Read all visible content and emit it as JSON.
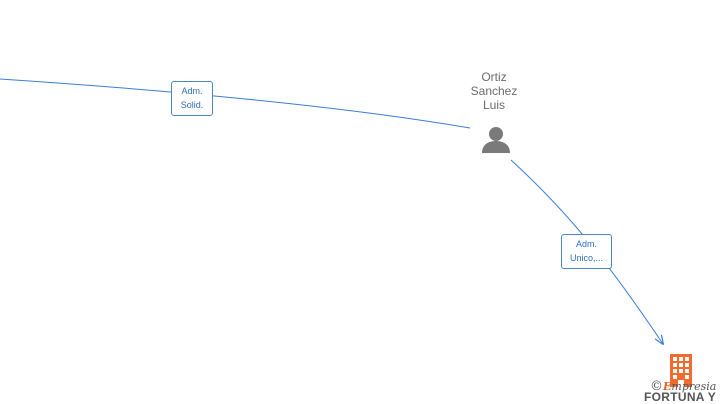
{
  "person": {
    "name_lines": [
      "Ortiz",
      "Sanchez",
      "Luis"
    ],
    "icon": "person-icon",
    "color": "#7a7a7a"
  },
  "edges": [
    {
      "label_lines": [
        "Adm.",
        "Solid."
      ]
    },
    {
      "label_lines": [
        "Adm.",
        "Unico,..."
      ]
    }
  ],
  "company": {
    "name": "FORTUNA Y",
    "icon": "building-icon",
    "color": "#f26a2e"
  },
  "watermark": {
    "symbol": "©",
    "brand_first": "E",
    "brand_rest": "mpresia"
  },
  "colors": {
    "edge": "#3b7dd8",
    "label_text": "#2f6db5"
  }
}
